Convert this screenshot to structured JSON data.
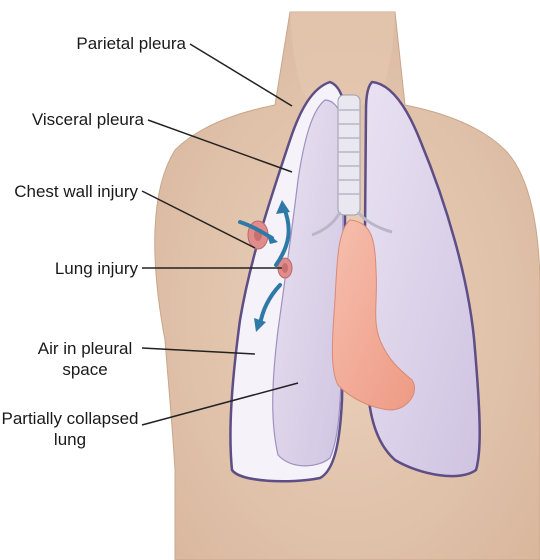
{
  "labels": {
    "parietal_pleura": "Parietal pleura",
    "visceral_pleura": "Visceral pleura",
    "chest_wall_injury": "Chest wall injury",
    "lung_injury": "Lung injury",
    "air_in_pleural_space_line1": "Air in pleural",
    "air_in_pleural_space_line2": "space",
    "partially_collapsed_lung_line1": "Partially collapsed",
    "partially_collapsed_lung_line2": "lung"
  },
  "colors": {
    "skin": "#e9ccb5",
    "skin_shadow": "#d9b79e",
    "lung_fill": "#ddd3ea",
    "lung_outline": "#5d4e86",
    "pleural_space": "#f4f1f8",
    "heart": "#f2a994",
    "trachea": "#e8e6ee",
    "injury": "#e08c8c",
    "airflow_arrow": "#2f79a6",
    "leader_line": "#222222"
  }
}
